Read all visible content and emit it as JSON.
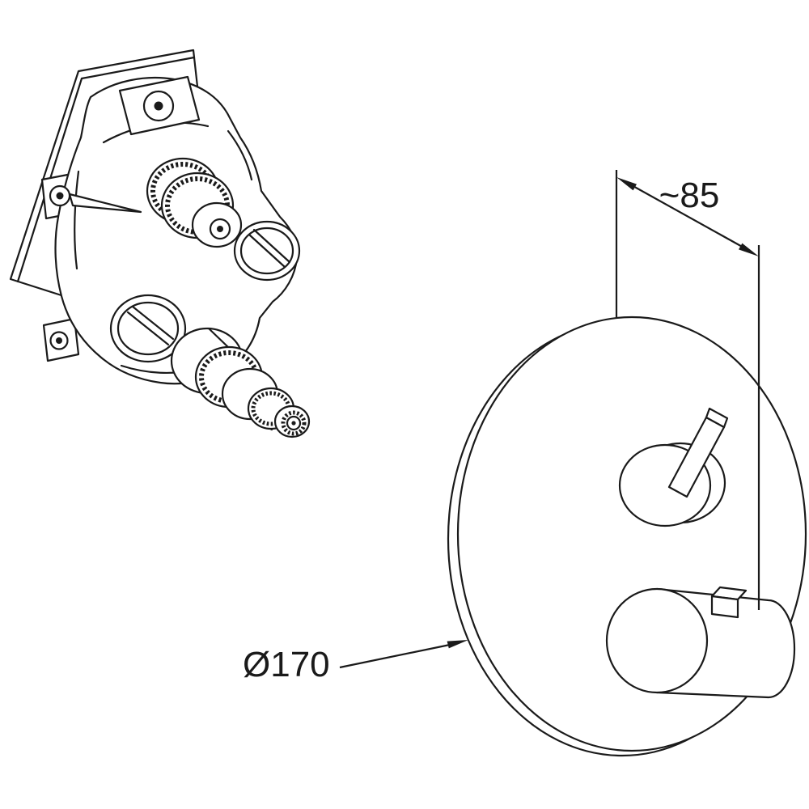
{
  "figure": {
    "kind": "installation-dimension-drawing",
    "background": "#ffffff",
    "line_color": "#1a1a1a"
  },
  "dimensions": {
    "depth": {
      "label": "~85"
    },
    "diameter": {
      "label": "Ø170"
    }
  }
}
